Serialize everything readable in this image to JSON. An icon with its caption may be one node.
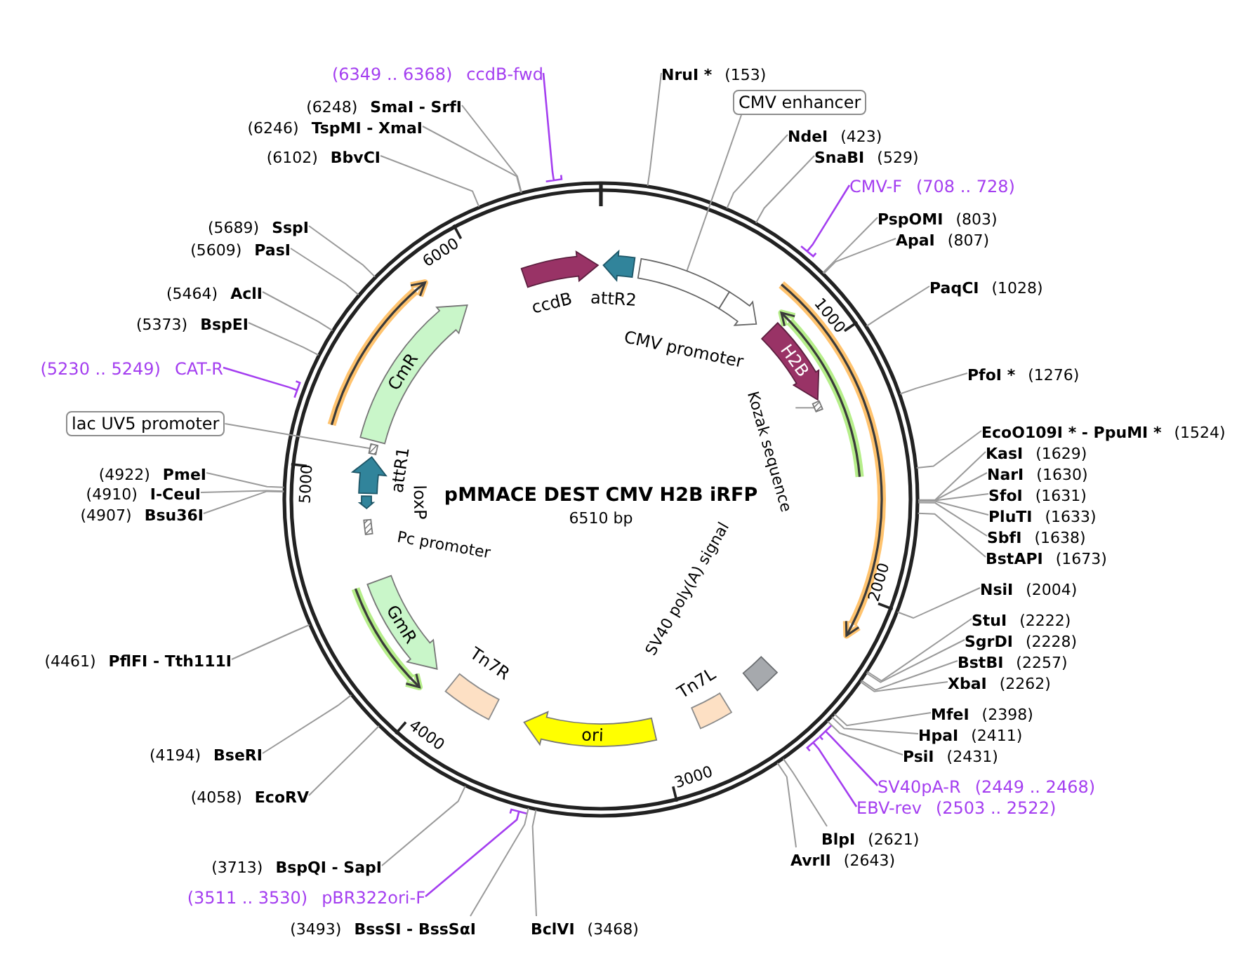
{
  "diagram": {
    "title": "pMMACE DEST CMV H2B iRFP",
    "nodes": [
      {
        "text": [
          "(6349 .. 6368)",
          "ccdB-fwd"
        ]
      },
      {
        "text": [
          "(6248)",
          "SmaI - SrfI"
        ]
      },
      {
        "text": [
          "(6246)",
          "TspMI - XmaI"
        ]
      },
      {
        "text": [
          "(6102)",
          "BbvCI"
        ]
      },
      {
        "text": [
          "(5689)",
          "SspI"
        ]
      },
      {
        "text": [
          "(5609)",
          "PasI"
        ]
      },
      {
        "text": [
          "(5464)",
          "AclI"
        ]
      },
      {
        "text": [
          "(5373)",
          "BspEI"
        ]
      },
      {
        "text": [
          "(5230 .. 5249)",
          "CAT-R"
        ]
      },
      {
        "text": [
          "lac UV5 promoter"
        ]
      },
      {
        "text": [
          "(4922)",
          "PmeI"
        ]
      },
      {
        "text": [
          "(4910)",
          "I-CeuI"
        ]
      },
      {
        "text": [
          "(4907)",
          "Bsu36I"
        ]
      },
      {
        "text": [
          "(4461)",
          "PflFI - Tth111I"
        ]
      },
      {
        "text": [
          "(4194)",
          "BseRI"
        ]
      },
      {
        "text": [
          "(4058)",
          "EcoRV"
        ]
      },
      {
        "text": [
          "(3713)",
          "BspQI - SapI"
        ]
      },
      {
        "text": [
          "(3511 .. 3530)",
          "pBR322ori-F"
        ]
      },
      {
        "text": [
          "(3493)",
          "BssSI - BssSαI"
        ]
      },
      {
        "text": [
          "BclVI",
          "(3468)"
        ]
      },
      {
        "text": [
          "NruI *",
          "(153)"
        ]
      },
      {
        "text": [
          "CMV enhancer"
        ]
      },
      {
        "text": [
          "NdeI",
          "(423)"
        ]
      },
      {
        "text": [
          "SnaBI",
          "(529)"
        ]
      },
      {
        "text": [
          "CMV-F",
          "(708 .. 728)"
        ]
      },
      {
        "text": [
          "PspOMI",
          "(803)"
        ]
      },
      {
        "text": [
          "ApaI",
          "(807)"
        ]
      },
      {
        "text": [
          "PaqCI",
          "(1028)"
        ]
      },
      {
        "text": [
          "PfoI *",
          "(1276)"
        ]
      },
      {
        "text": [
          "EcoO109I * - PpuMI *",
          "(1524)"
        ]
      },
      {
        "text": [
          "KasI",
          "(1629)"
        ]
      },
      {
        "text": [
          "NarI",
          "(1630)"
        ]
      },
      {
        "text": [
          "SfoI",
          "(1631)"
        ]
      },
      {
        "text": [
          "PluTI",
          "(1633)"
        ]
      },
      {
        "text": [
          "SbfI",
          "(1638)"
        ]
      },
      {
        "text": [
          "BstAPI",
          "(1673)"
        ]
      },
      {
        "text": [
          "NsiI",
          "(2004)"
        ]
      },
      {
        "text": [
          "StuI",
          "(2222)"
        ]
      },
      {
        "text": [
          "SgrDI",
          "(2228)"
        ]
      },
      {
        "text": [
          "BstBI",
          "(2257)"
        ]
      },
      {
        "text": [
          "XbaI",
          "(2262)"
        ]
      },
      {
        "text": [
          "MfeI",
          "(2398)"
        ]
      },
      {
        "text": [
          "HpaI",
          "(2411)"
        ]
      },
      {
        "text": [
          "PsiI",
          "(2431)"
        ]
      },
      {
        "text": [
          "SV40pA-R",
          "(2449 .. 2468)"
        ]
      },
      {
        "text": [
          "EBV-rev",
          "(2503 .. 2522)"
        ]
      },
      {
        "text": [
          "BlpI",
          "(2621)"
        ]
      },
      {
        "text": [
          "AvrII",
          "(2643)"
        ]
      },
      {
        "text": [],
        "shape": "arrow",
        "beside": [
          "ccdB"
        ]
      },
      {
        "text": [],
        "shape": "arrow",
        "beside": [
          "attR2"
        ]
      },
      {
        "text": [],
        "shape": "arrow",
        "beside": [
          "CMV promoter"
        ]
      },
      {
        "text": [
          "H2B"
        ]
      },
      {
        "text": [
          "Kozak sequence"
        ]
      },
      {
        "text": [],
        "shape": "bar"
      },
      {
        "text": [],
        "shape": "box",
        "beside": [
          "SV40 poly(A) signal"
        ]
      },
      {
        "text": [],
        "shape": "box",
        "beside": [
          "Tn7L"
        ]
      },
      {
        "text": [
          "ori"
        ]
      },
      {
        "text": [],
        "shape": "box",
        "beside": [
          "Tn7R"
        ]
      },
      {
        "text": [
          "GmR"
        ]
      },
      {
        "text": [],
        "shape": "arrow",
        "beside": [
          "Pc promoter"
        ]
      },
      {
        "text": [],
        "shape": "arrow",
        "beside": [
          "loxP"
        ]
      },
      {
        "text": [],
        "shape": "arrow",
        "beside": [
          "attR1"
        ]
      },
      {
        "text": [],
        "shape": "arrow"
      },
      {
        "text": [
          "CmR"
        ]
      },
      {
        "text": [],
        "shape": "box"
      }
    ],
    "edges": [
      {
        "from": 0,
        "to": null,
        "arrow": "none",
        "color": "#a43ef0"
      },
      {
        "from": 1,
        "to": null,
        "arrow": "none"
      },
      {
        "from": 2,
        "to": null,
        "arrow": "none"
      },
      {
        "from": 3,
        "to": null,
        "arrow": "none"
      },
      {
        "from": 4,
        "to": null,
        "arrow": "none"
      },
      {
        "from": 5,
        "to": null,
        "arrow": "none"
      },
      {
        "from": 6,
        "to": null,
        "arrow": "none"
      },
      {
        "from": 7,
        "to": null,
        "arrow": "none"
      },
      {
        "from": 8,
        "to": null,
        "arrow": "none",
        "color": "#a43ef0"
      },
      {
        "from": 9,
        "to": 62,
        "arrow": "none"
      },
      {
        "from": 10,
        "to": null,
        "arrow": "none"
      },
      {
        "from": 11,
        "to": null,
        "arrow": "none"
      },
      {
        "from": 12,
        "to": null,
        "arrow": "none"
      },
      {
        "from": 13,
        "to": null,
        "arrow": "none"
      },
      {
        "from": 14,
        "to": null,
        "arrow": "none"
      },
      {
        "from": 15,
        "to": null,
        "arrow": "none"
      },
      {
        "from": 16,
        "to": null,
        "arrow": "none"
      },
      {
        "from": 17,
        "to": null,
        "arrow": "none",
        "color": "#a43ef0"
      },
      {
        "from": 18,
        "to": null,
        "arrow": "none"
      },
      {
        "from": 19,
        "to": null,
        "arrow": "none"
      },
      {
        "from": 20,
        "to": null,
        "arrow": "none"
      },
      {
        "from": 21,
        "to": 64,
        "arrow": "none"
      },
      {
        "from": 22,
        "to": null,
        "arrow": "none"
      },
      {
        "from": 23,
        "to": null,
        "arrow": "none"
      },
      {
        "from": 24,
        "to": null,
        "arrow": "none",
        "color": "#a43ef0"
      },
      {
        "from": 25,
        "to": null,
        "arrow": "none"
      },
      {
        "from": 26,
        "to": null,
        "arrow": "none"
      },
      {
        "from": 27,
        "to": null,
        "arrow": "none"
      },
      {
        "from": 28,
        "to": null,
        "arrow": "none"
      },
      {
        "from": 29,
        "to": null,
        "arrow": "none"
      },
      {
        "from": 30,
        "to": null,
        "arrow": "none"
      },
      {
        "from": 31,
        "to": null,
        "arrow": "none"
      },
      {
        "from": 32,
        "to": null,
        "arrow": "none"
      },
      {
        "from": 33,
        "to": null,
        "arrow": "none"
      },
      {
        "from": 34,
        "to": null,
        "arrow": "none"
      },
      {
        "from": 35,
        "to": null,
        "arrow": "none"
      },
      {
        "from": 36,
        "to": null,
        "arrow": "none"
      },
      {
        "from": 37,
        "to": null,
        "arrow": "none"
      },
      {
        "from": 38,
        "to": null,
        "arrow": "none"
      },
      {
        "from": 39,
        "to": null,
        "arrow": "none"
      },
      {
        "from": 40,
        "to": null,
        "arrow": "none"
      },
      {
        "from": 41,
        "to": null,
        "arrow": "none"
      },
      {
        "from": 42,
        "to": null,
        "arrow": "none"
      },
      {
        "from": 43,
        "to": null,
        "arrow": "none"
      },
      {
        "from": 44,
        "to": null,
        "arrow": "none",
        "color": "#a43ef0"
      },
      {
        "from": 45,
        "to": null,
        "arrow": "none",
        "color": "#a43ef0"
      },
      {
        "from": 46,
        "to": null,
        "arrow": "none"
      },
      {
        "from": 47,
        "to": null,
        "arrow": "none"
      },
      {
        "from": 52,
        "to": 53,
        "arrow": "none"
      }
    ],
    "labels": [
      "6000",
      "1000",
      "5000",
      "6510 bp",
      "2000",
      "4000",
      "3000"
    ]
  }
}
